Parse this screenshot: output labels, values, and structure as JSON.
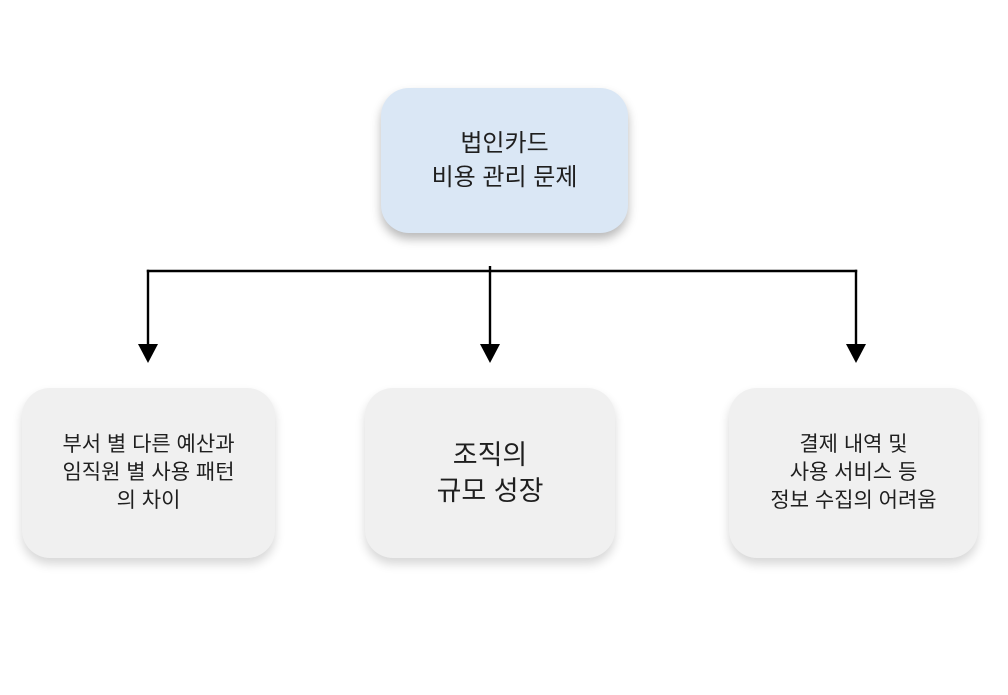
{
  "diagram": {
    "root": {
      "label": "법인카드\n비용 관리 문제"
    },
    "children": [
      {
        "label": "부서 별 다른 예산과\n임직원 별 사용 패턴\n의 차이"
      },
      {
        "label": "조직의\n규모 성장"
      },
      {
        "label": "결제 내역 및\n사용 서비스 등\n정보 수집의 어려움"
      }
    ]
  },
  "colors": {
    "root_fill": "#dae7f5",
    "child_fill": "#f0f0f0",
    "line_color": "#000000",
    "text_color": "#1f1f1f"
  }
}
